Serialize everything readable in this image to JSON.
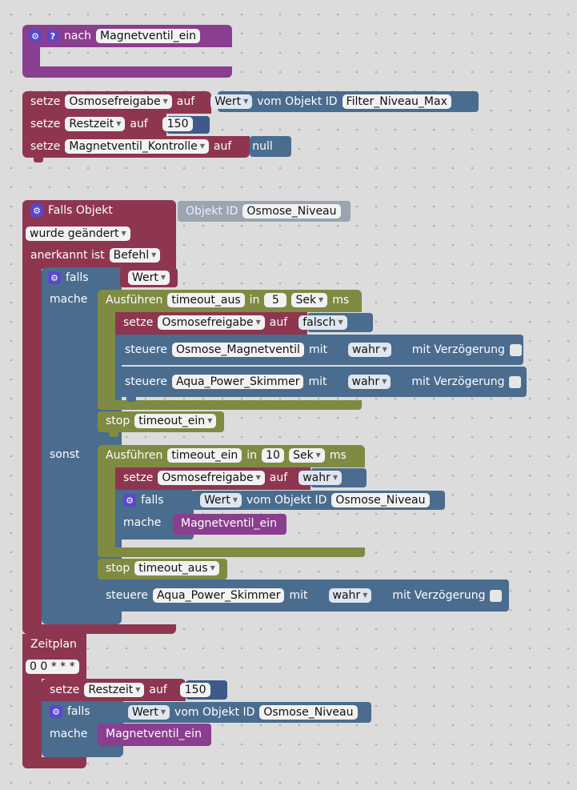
{
  "event": {
    "label_nach": "nach",
    "target": "Magnetventil_ein"
  },
  "init": {
    "r1": {
      "setze": "setze",
      "var": "Osmosefreigabe",
      "auf": "auf",
      "wert": "Wert",
      "vom": "vom Objekt ID",
      "obj": "Filter_Niveau_Max"
    },
    "r2": {
      "setze": "setze",
      "var": "Restzeit",
      "auf": "auf",
      "num": "150"
    },
    "r3": {
      "setze": "setze",
      "var": "Magnetventil_Kontrolle",
      "auf": "auf",
      "val": "null"
    }
  },
  "trigger": {
    "title": "Falls Objekt",
    "objid_label": "Objekt ID",
    "objid": "Osmose_Niveau",
    "changed": "wurde geändert",
    "ack_label": "anerkannt ist",
    "ack": "Befehl",
    "falls": "falls",
    "wert": "Wert",
    "mache": "mache",
    "sonst": "sonst",
    "run1": {
      "label": "Ausführen",
      "name": "timeout_aus",
      "in": "in",
      "n": "5",
      "unit": "Sek",
      "ms": "ms",
      "setze": "setze",
      "var": "Osmosefreigabe",
      "auf": "auf",
      "val": "falsch",
      "s1": {
        "steuere": "steuere",
        "obj": "Osmose_Magnetventil",
        "mit": "mit",
        "val": "wahr",
        "delay": "mit Verzögerung"
      },
      "s2": {
        "steuere": "steuere",
        "obj": "Aqua_Power_Skimmer",
        "mit": "mit",
        "val": "wahr",
        "delay": "mit Verzögerung"
      }
    },
    "stop1": {
      "label": "stop",
      "name": "timeout_ein"
    },
    "run2": {
      "label": "Ausführen",
      "name": "timeout_ein",
      "in": "in",
      "n": "10",
      "unit": "Sek",
      "ms": "ms",
      "setze": "setze",
      "var": "Osmosefreigabe",
      "auf": "auf",
      "val": "wahr",
      "falls": "falls",
      "wert": "Wert",
      "vom": "vom Objekt ID",
      "obj": "Osmose_Niveau",
      "mache": "mache",
      "call": "Magnetventil_ein"
    },
    "stop2": {
      "label": "stop",
      "name": "timeout_aus"
    },
    "s3": {
      "steuere": "steuere",
      "obj": "Aqua_Power_Skimmer",
      "mit": "mit",
      "val": "wahr",
      "delay": "mit Verzögerung"
    }
  },
  "schedule": {
    "title": "Zeitplan",
    "cron": "0 0 * * *",
    "setze": "setze",
    "var": "Restzeit",
    "auf": "auf",
    "num": "150",
    "falls": "falls",
    "wert": "Wert",
    "vom": "vom Objekt ID",
    "obj": "Osmose_Niveau",
    "mache": "mache",
    "call": "Magnetventil_ein"
  },
  "colors": {
    "procedure": "#8a3e8f",
    "variable": "#8e3650",
    "logic": "#4a6c8e",
    "timeout": "#7f8a43"
  },
  "icons": {
    "gear": "gear-icon",
    "help": "help-icon",
    "dropdown": "dropdown-arrow-icon"
  }
}
